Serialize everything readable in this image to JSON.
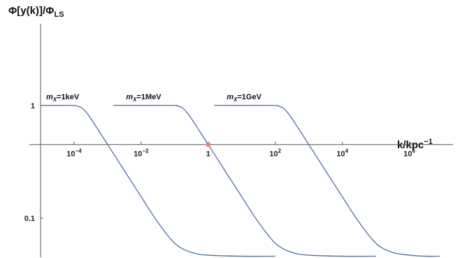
{
  "chart_data": {
    "type": "line",
    "xscale": "log",
    "yscale": "log",
    "xlim": [
      1e-05,
      20000000
    ],
    "ylim": [
      0.045,
      5
    ],
    "grid": false,
    "legend": "none",
    "ylabel": {
      "main": "Φ[y(k)]/Φ",
      "sub": "LS"
    },
    "xlabel": {
      "main": "k/kpc",
      "sup": "−1"
    },
    "x_ticks": [
      {
        "value": 0.0001,
        "base": "10",
        "exp": "−4"
      },
      {
        "value": 0.01,
        "base": "10",
        "exp": "−2"
      },
      {
        "value": 1,
        "base": "1",
        "exp": ""
      },
      {
        "value": 100,
        "base": "10",
        "exp": "2"
      },
      {
        "value": 10000,
        "base": "10",
        "exp": "4"
      },
      {
        "value": 1000000,
        "base": "10",
        "exp": "6"
      }
    ],
    "y_ticks": [
      {
        "value": 1,
        "label": "1"
      },
      {
        "value": 0.1,
        "label": "0.1"
      }
    ],
    "series": [
      {
        "label": {
          "m": "m",
          "sub": "X",
          "rest": "=1keV"
        },
        "color": "#4f6fa0",
        "points": [
          [
            1e-05,
            1
          ],
          [
            8e-05,
            1
          ],
          [
            0.00012,
            0.99
          ],
          [
            0.00016,
            0.96
          ],
          [
            0.0002,
            0.91
          ],
          [
            0.0003,
            0.78
          ],
          [
            0.001,
            0.45
          ],
          [
            0.003,
            0.27
          ],
          [
            0.01,
            0.155
          ],
          [
            0.03,
            0.094
          ],
          [
            0.1,
            0.06
          ],
          [
            0.3,
            0.05
          ],
          [
            1,
            0.047
          ],
          [
            10,
            0.046
          ],
          [
            100,
            0.046
          ]
        ]
      },
      {
        "label": {
          "m": "m",
          "sub": "X",
          "rest": "=1MeV"
        },
        "color": "#4f6fa0",
        "points": [
          [
            0.0015,
            1
          ],
          [
            0.08,
            1
          ],
          [
            0.12,
            0.99
          ],
          [
            0.16,
            0.96
          ],
          [
            0.2,
            0.91
          ],
          [
            0.3,
            0.78
          ],
          [
            1,
            0.45
          ],
          [
            3,
            0.27
          ],
          [
            10,
            0.155
          ],
          [
            30,
            0.094
          ],
          [
            100,
            0.06
          ],
          [
            300,
            0.05
          ],
          [
            1000,
            0.047
          ],
          [
            10000,
            0.046
          ],
          [
            100000,
            0.046
          ]
        ]
      },
      {
        "label": {
          "m": "m",
          "sub": "X",
          "rest": "=1GeV"
        },
        "color": "#4f6fa0",
        "points": [
          [
            1.5,
            1
          ],
          [
            80,
            1
          ],
          [
            120,
            0.99
          ],
          [
            160,
            0.96
          ],
          [
            200,
            0.91
          ],
          [
            300,
            0.78
          ],
          [
            1000,
            0.45
          ],
          [
            3000,
            0.27
          ],
          [
            10000,
            0.155
          ],
          [
            30000,
            0.094
          ],
          [
            100000,
            0.06
          ],
          [
            300000,
            0.05
          ],
          [
            1000000,
            0.047
          ],
          [
            3000000,
            0.046
          ],
          [
            8000000,
            0.046
          ]
        ]
      }
    ],
    "marker": {
      "x": 1,
      "y": 0.45,
      "color": "#f08080"
    }
  }
}
